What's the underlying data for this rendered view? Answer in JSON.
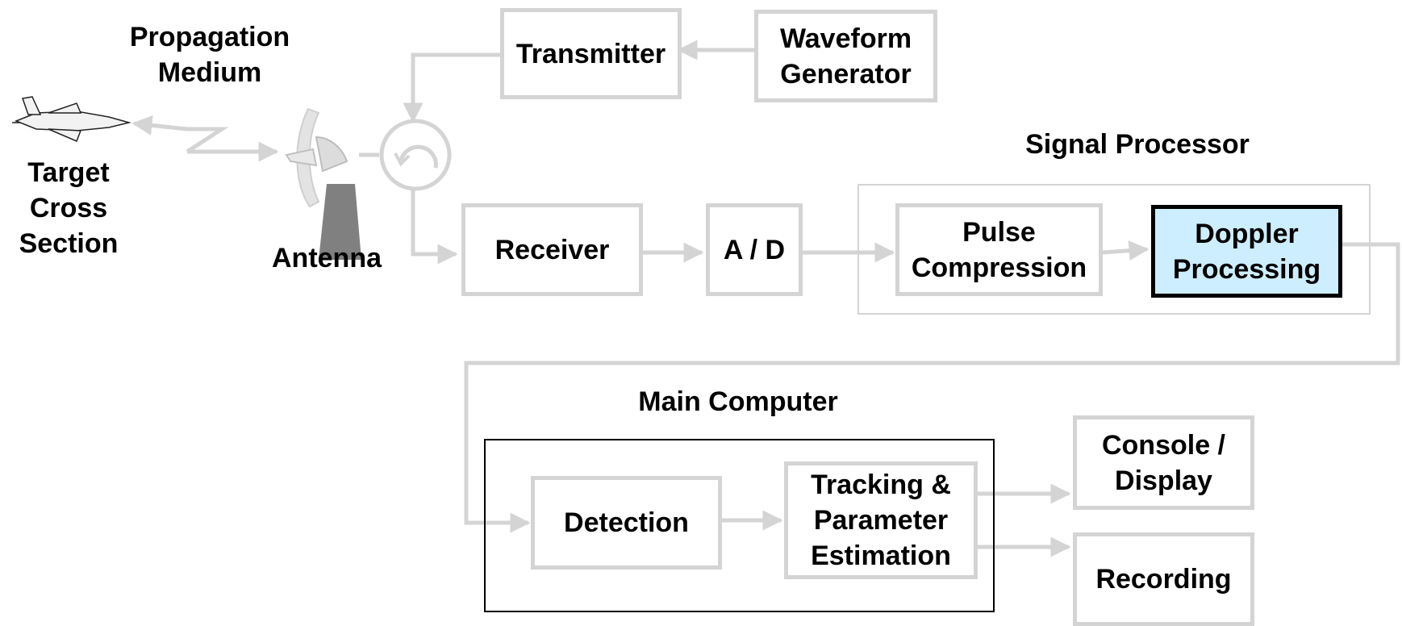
{
  "labels": {
    "propagation_medium": "Propagation\nMedium",
    "target_cross_section": "Target\nCross\nSection",
    "antenna": "Antenna",
    "signal_processor": "Signal Processor",
    "main_computer": "Main Computer"
  },
  "blocks": {
    "transmitter": "Transmitter",
    "waveform_generator": "Waveform\nGenerator",
    "receiver": "Receiver",
    "ad": "A / D",
    "pulse_compression": "Pulse\nCompression",
    "doppler_processing": "Doppler\nProcessing",
    "detection": "Detection",
    "tracking": "Tracking &\nParameter\nEstimation",
    "console_display": "Console /\nDisplay",
    "recording": "Recording"
  },
  "colors": {
    "block_border": "#d4d4d4",
    "highlight_fill": "#cceeff",
    "highlight_border": "#000000",
    "connector": "#d4d4d4"
  },
  "icons": {
    "target": "fighter-jet-icon",
    "antenna": "radar-dish-icon",
    "circulator": "circulator-icon"
  }
}
